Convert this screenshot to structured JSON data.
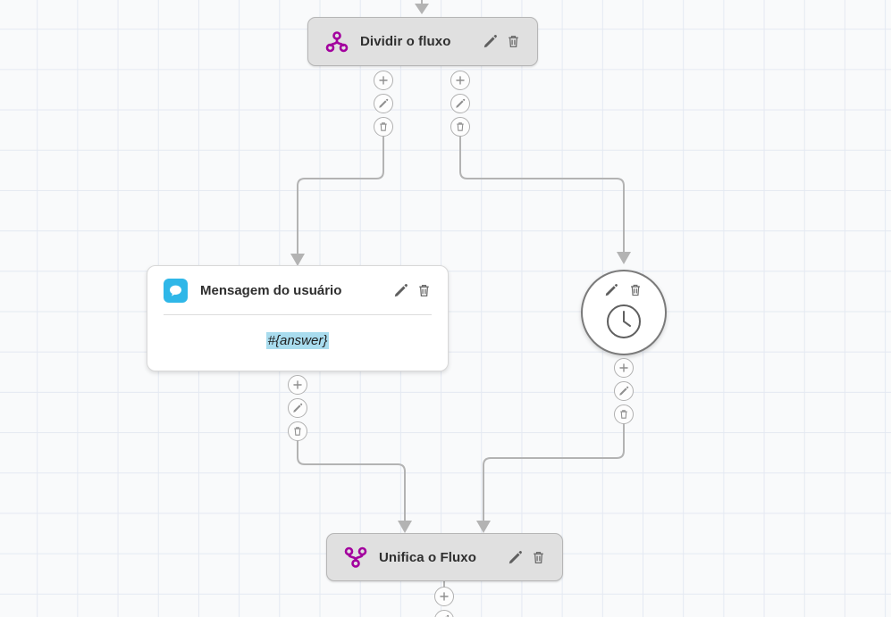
{
  "canvas": {
    "background_color": "#f9fafb",
    "grid_color": "#e4e9f2",
    "edge_color": "#b3b3b3"
  },
  "nodes": {
    "split": {
      "title": "Dividir o fluxo",
      "icon": "split-flow-icon",
      "icon_color": "#a3009e",
      "fill": "#e0e0e0",
      "edit_label": "Editar",
      "delete_label": "Excluir"
    },
    "user_message": {
      "title": "Mensagem do usuário",
      "icon": "chat-bubble-icon",
      "icon_color": "#2fb7e8",
      "body_token": "#{answer}",
      "token_highlight": "#a9dcee",
      "edit_label": "Editar",
      "delete_label": "Excluir"
    },
    "delay": {
      "icon": "clock-icon",
      "shape": "circle",
      "edit_label": "Editar",
      "delete_label": "Excluir"
    },
    "merge": {
      "title": "Unifica o Fluxo",
      "icon": "merge-flow-icon",
      "icon_color": "#a3009e",
      "fill": "#e0e0e0",
      "edit_label": "Editar",
      "delete_label": "Excluir"
    }
  },
  "connector_actions": {
    "add_label": "Adicionar",
    "edit_label": "Editar",
    "delete_label": "Excluir",
    "icons": [
      "plus-icon",
      "pencil-icon",
      "trash-icon"
    ]
  }
}
